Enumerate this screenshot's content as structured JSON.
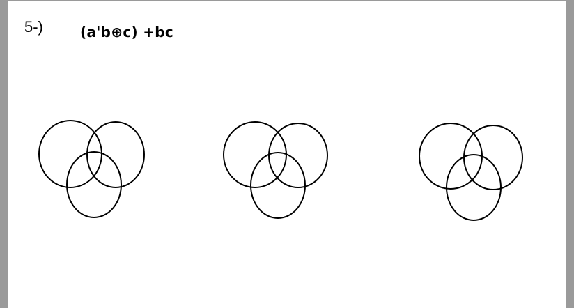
{
  "problem": {
    "number": "5-)",
    "expression": "(a'b⊕c) +bc"
  },
  "diagrams": [
    {
      "name": "venn-diagram-1"
    },
    {
      "name": "venn-diagram-2"
    },
    {
      "name": "venn-diagram-3"
    }
  ],
  "colors": {
    "background": "#9a9a9a",
    "sheet": "#ffffff",
    "stroke": "#000000"
  }
}
